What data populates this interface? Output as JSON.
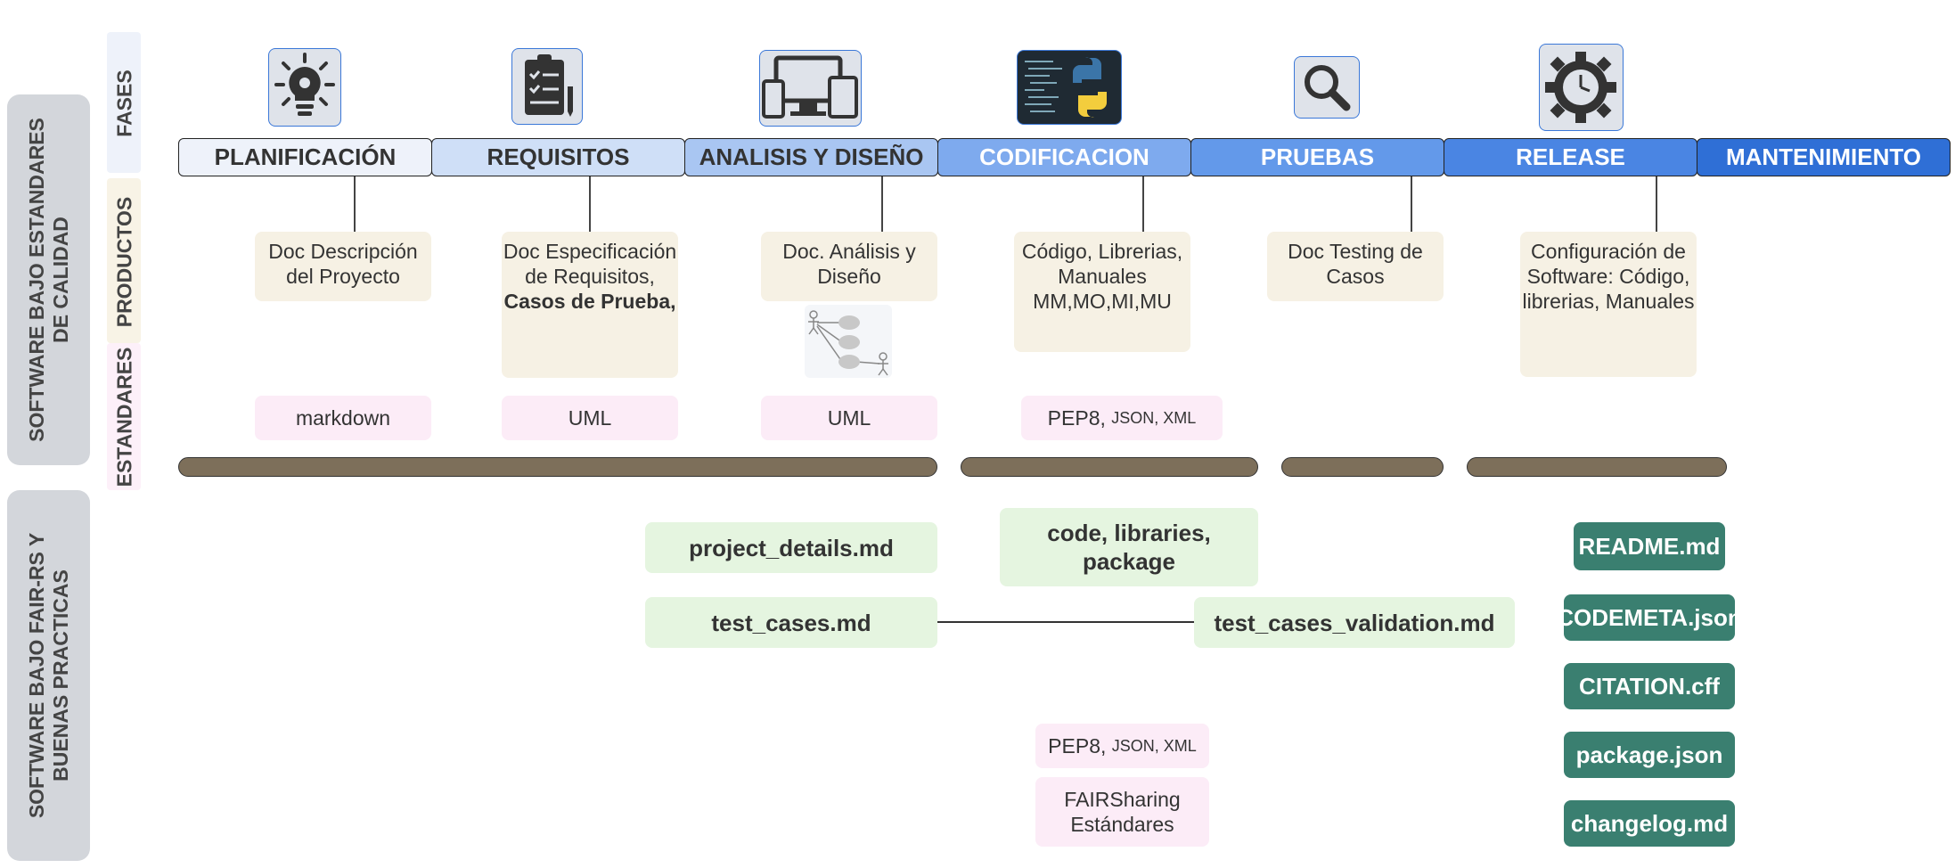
{
  "side_labels": {
    "quality": "SOFTWARE BAJO ESTANDARES DE CALIDAD",
    "fair": "SOFTWARE BAJO FAIR-RS Y BUENAS PRACTICAS"
  },
  "row_labels": {
    "fases": "FASES",
    "productos": "PRODUCTOS",
    "estandares": "ESTANDARES"
  },
  "phases": [
    {
      "label": "PLANIFICACIÓN",
      "color": "#eef2fa",
      "text_color": "#333333",
      "icon": "lightbulb-gear-icon"
    },
    {
      "label": "REQUISITOS",
      "color": "#cfdff7",
      "text_color": "#333333",
      "icon": "clipboard-checklist-icon"
    },
    {
      "label": "ANALISIS Y DISEÑO",
      "color": "#a9c6f2",
      "text_color": "#333333",
      "icon": "devices-icon"
    },
    {
      "label": "CODIFICACION",
      "color": "#7eaaee",
      "text_color": "#ffffff",
      "icon": "python-code-icon"
    },
    {
      "label": "PRUEBAS",
      "color": "#6399ea",
      "text_color": "#ffffff",
      "icon": "magnifier-icon"
    },
    {
      "label": "RELEASE",
      "color": "#4a85e3",
      "text_color": "#ffffff",
      "icon": "gear-clock-icon"
    },
    {
      "label": "MANTENIMIENTO",
      "color": "#2f6fd6",
      "text_color": "#ffffff"
    }
  ],
  "products": {
    "planificacion": "Doc Descripción del Proyecto",
    "requisitos": "Doc Especificación de Requisitos,",
    "requisitos_bold": "Casos de Prueba,",
    "analisis": "Doc. Análisis y Diseño",
    "codificacion": "Código, Librerias, Manuales MM,MO,MI,MU",
    "pruebas": "Doc Testing de Casos",
    "release": "Configuración de Software: Código, librerias, Manuales"
  },
  "uml_diagram_icon": "use-case-diagram-icon",
  "standards": {
    "planificacion": "markdown",
    "requisitos": "UML",
    "analisis": "UML",
    "codificacion_main": "PEP8,",
    "codificacion_small": "JSON, XML"
  },
  "fair_files": {
    "project_details": "project_details.md",
    "test_cases": "test_cases.md",
    "code_libraries": "code, libraries, package",
    "test_cases_validation": "test_cases_validation.md"
  },
  "fair_standards": {
    "pep8_main": "PEP8,",
    "pep8_small": "JSON, XML",
    "fairsharing": "FAIRSharing Estándares"
  },
  "release_files": [
    "README.md",
    "CODEMETA.json",
    "CITATION.cff",
    "package.json",
    "changelog.md"
  ]
}
